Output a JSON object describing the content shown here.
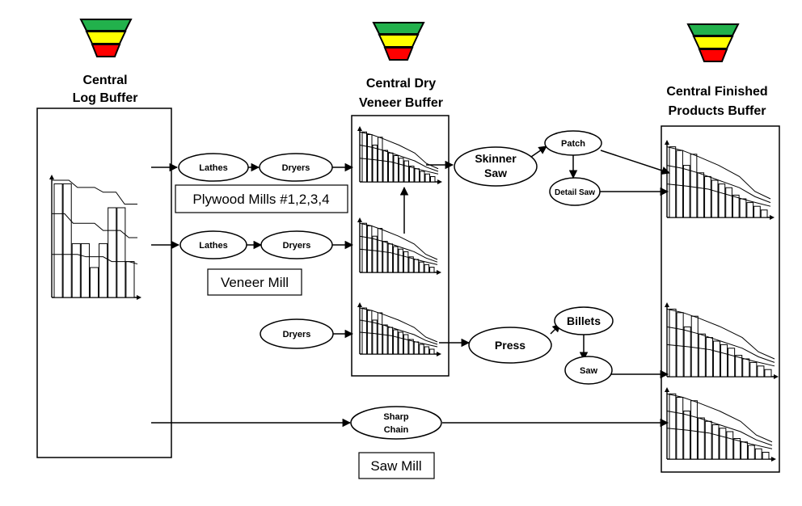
{
  "titles": {
    "log_buffer": [
      "Central",
      "Log Buffer"
    ],
    "veneer_buffer": [
      "Central Dry",
      "Veneer Buffer"
    ],
    "finished_buffer": [
      "Central Finished",
      "Products Buffer"
    ]
  },
  "processes": {
    "lathes_1": "Lathes",
    "dryers_1": "Dryers",
    "lathes_2": "Lathes",
    "dryers_2": "Dryers",
    "dryers_3": "Dryers",
    "skinner_saw": [
      "Skinner",
      "Saw"
    ],
    "patch": "Patch",
    "detail_saw": "Detail Saw",
    "press": "Press",
    "billets": "Billets",
    "saw": "Saw",
    "sharp_chain": [
      "Sharp",
      "Chain"
    ]
  },
  "mill_labels": {
    "plywood": "Plywood Mills #1,2,3,4",
    "veneer": "Veneer Mill",
    "sawmill": "Saw Mill"
  },
  "colors": {
    "green": "#22b14c",
    "yellow": "#ffff00",
    "red": "#ff0000"
  }
}
